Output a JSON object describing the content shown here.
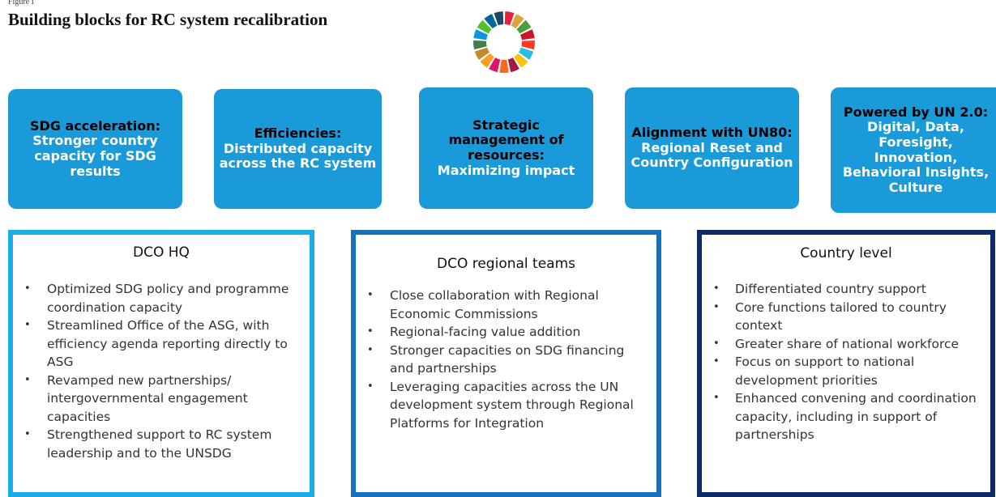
{
  "figure": {
    "label": "Figure I",
    "title": "Building blocks for RC system recalibration"
  },
  "logo": {
    "icon": "sdg-wheel-icon",
    "colors": [
      "#e5243b",
      "#dda63a",
      "#4c9f38",
      "#c5192d",
      "#ff3a21",
      "#26bde2",
      "#fcc30b",
      "#a21942",
      "#fd6925",
      "#dd1367",
      "#fd9d24",
      "#bf8b2e",
      "#3f7e44",
      "#0a97d9",
      "#56c02b",
      "#00689d",
      "#19486a"
    ]
  },
  "blocks": [
    {
      "head": "SDG acceleration:",
      "sub": "Stronger country capacity for SDG results"
    },
    {
      "head": "Efficiencies:",
      "sub": "Distributed capacity across the RC system"
    },
    {
      "head": "Strategic management of resources:",
      "sub": "Maximizing impact"
    },
    {
      "head": "Alignment with UN80:",
      "sub": "Regional Reset and Country Configuration"
    },
    {
      "head": "Powered by UN 2.0:",
      "sub": "Digital, Data, Foresight, Innovation, Behavioral Insights, Culture"
    }
  ],
  "panels": {
    "hq": {
      "title": "DCO HQ",
      "items": [
        "Optimized SDG policy and programme coordination capacity",
        "Streamlined Office of the ASG, with efficiency agenda reporting directly to ASG",
        "Revamped new partnerships/ intergovernmental engagement capacities",
        "Strengthened support to RC system leadership and to the UNSDG"
      ]
    },
    "regional": {
      "title": "DCO regional teams",
      "items": [
        "Close collaboration with Regional Economic Commissions",
        "Regional-facing value addition",
        "Stronger capacities on SDG financing and partnerships",
        "Leveraging capacities across the UN development system through Regional Platforms for Integration"
      ]
    },
    "country": {
      "title": "Country level",
      "items": [
        "Differentiated country support",
        "Core functions tailored to country context",
        "Greater share of national workforce",
        "Focus on support to national development priorities",
        "Enhanced convening and coordination capacity, including in support of partnerships"
      ]
    }
  },
  "colors": {
    "block_fill": "#1a9ad9",
    "hq_border": "#1aaee8",
    "regional_border": "#1570bd",
    "country_border": "#0d2a66"
  },
  "bullet_glyph": "•"
}
